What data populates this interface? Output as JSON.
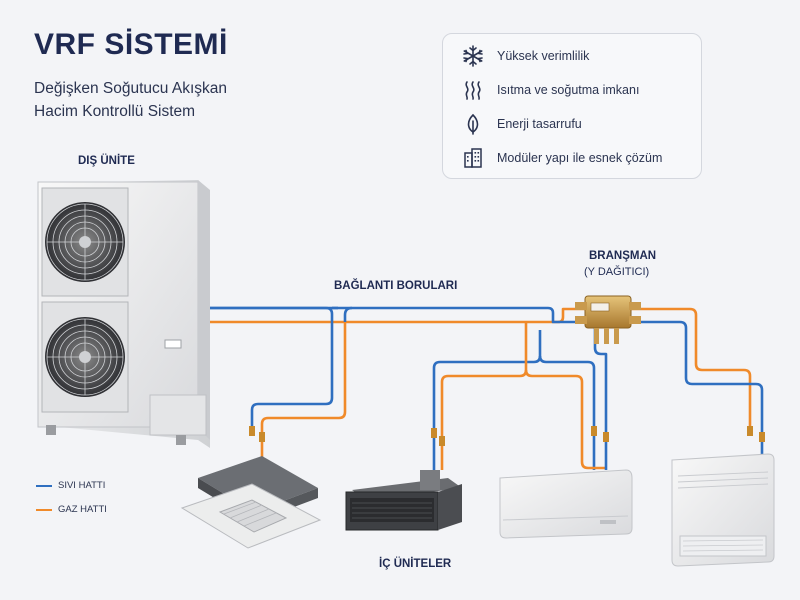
{
  "title": "VRF SİSTEMİ",
  "subtitle": [
    "Değişken Soğutucu Akışkan",
    "Hacim Kontrollü Sistem"
  ],
  "features": [
    {
      "icon": "snowflake-icon",
      "label": "Yüksek verimlilik"
    },
    {
      "icon": "heat-waves-icon",
      "label": "Isıtma ve soğutma imkanı"
    },
    {
      "icon": "leaf-icon",
      "label": "Enerji tasarrufu"
    },
    {
      "icon": "building-icon",
      "label": "Modüler yapı ile esnek çözüm"
    }
  ],
  "labels": {
    "outdoor": "DIŞ ÜNİTE",
    "pipes": "BAĞLANTI BORULARI",
    "branch_title": "BRANŞMAN",
    "branch_sub": "(Y DAĞITICI)",
    "indoor": "İÇ ÜNİTELER"
  },
  "legend": [
    {
      "label": "SIVI HATTI",
      "color": "#2f6fc0"
    },
    {
      "label": "GAZ HATTI",
      "color": "#f08a2a"
    }
  ],
  "colors": {
    "liquid": "#2f6fc0",
    "gas": "#f08a2a",
    "text": "#1f2a52"
  }
}
